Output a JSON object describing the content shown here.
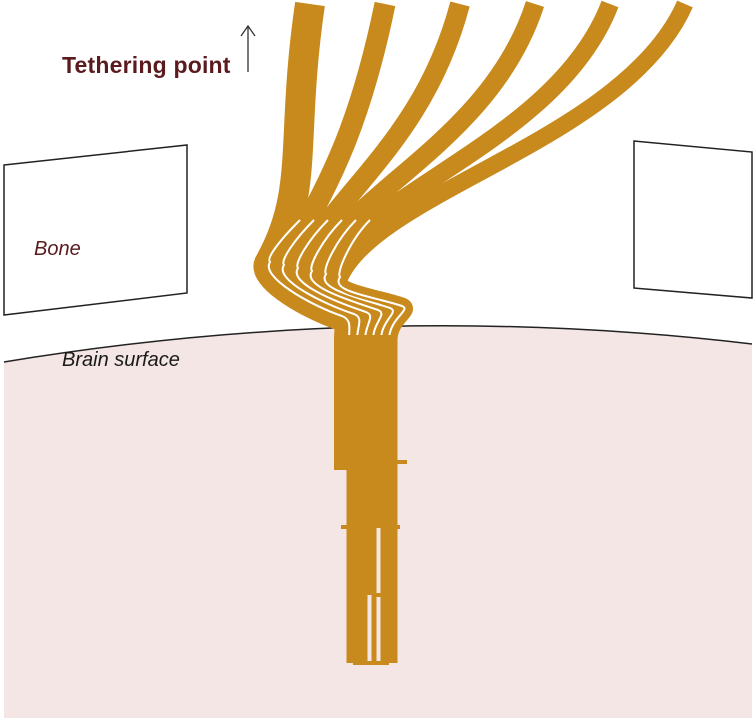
{
  "labels": {
    "tethering_point": "Tethering point",
    "bone": "Bone",
    "brain_surface": "Brain surface"
  },
  "colors": {
    "probe": "#c88a1c",
    "brain": "#f3e6e5",
    "label_dark": "#5b1a1e",
    "outline": "#222222"
  },
  "icons": {
    "tether_arrow": "up-arrow-icon"
  }
}
